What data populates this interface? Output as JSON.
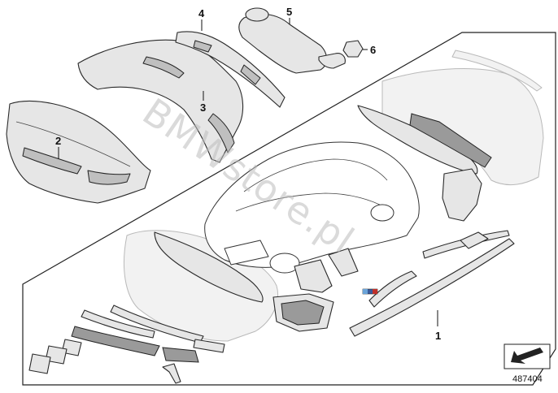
{
  "diagram": {
    "callouts": [
      "1",
      "2",
      "3",
      "4",
      "5",
      "6"
    ],
    "watermark": "BMWstore.pl",
    "document_number": "487404",
    "icons": [
      "pointer-arrow-icon"
    ]
  }
}
